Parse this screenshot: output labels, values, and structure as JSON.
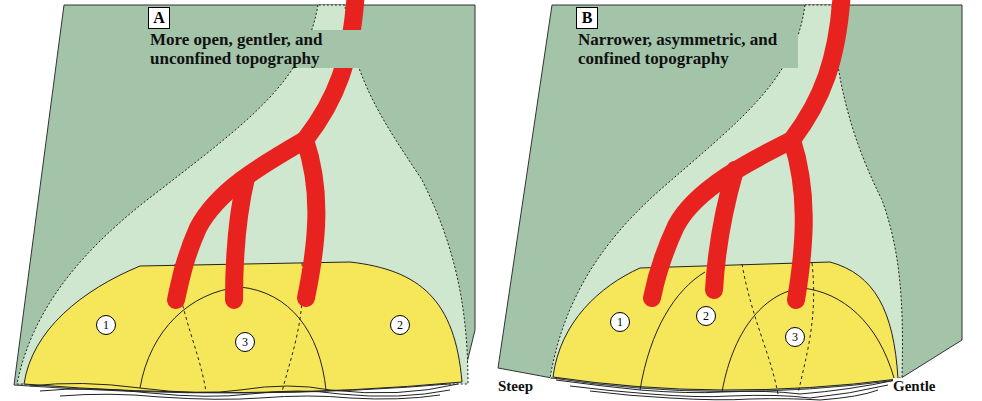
{
  "diagram": {
    "nodes": [
      {
        "text": [
          "A"
        ]
      },
      {
        "text": [
          "1"
        ]
      },
      {
        "text": [
          "3"
        ]
      },
      {
        "text": [
          "2"
        ]
      },
      {
        "text": [
          "B"
        ]
      },
      {
        "text": [
          "1"
        ]
      },
      {
        "text": [
          "2"
        ]
      },
      {
        "text": [
          "3"
        ]
      }
    ],
    "labels": [
      "More open, gentler, and unconfined topography",
      "Narrower, asymmetric, and confined topography",
      "Steep",
      "Gentle"
    ]
  }
}
